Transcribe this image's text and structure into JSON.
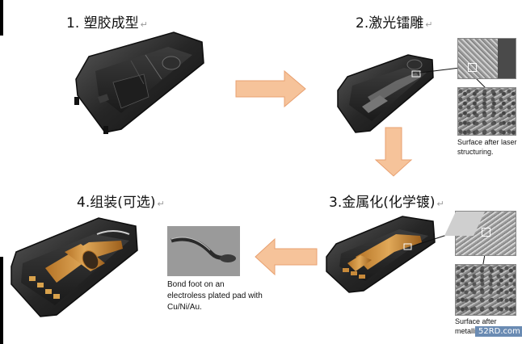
{
  "steps": {
    "step1": {
      "title": "1. 塑胶成型",
      "mark": "↵"
    },
    "step2": {
      "title": "2.激光镭雕",
      "mark": "↵"
    },
    "step3": {
      "title": "3.金属化(化学镀)",
      "mark": "↵"
    },
    "step4": {
      "title": "4.组装(可选)",
      "mark": "↵"
    }
  },
  "captions": {
    "laser": "Surface after laser structuring.",
    "metal": "Surface after metallization",
    "bond": "Bond foot on an electroless plated pad with Cu/Ni/Au."
  },
  "watermark": "52RD.com",
  "colors": {
    "arrow_fill": "#f6c39a",
    "arrow_stroke": "#e8a070",
    "plastic": "#2b2b2b",
    "copper": "#c88a3a"
  }
}
